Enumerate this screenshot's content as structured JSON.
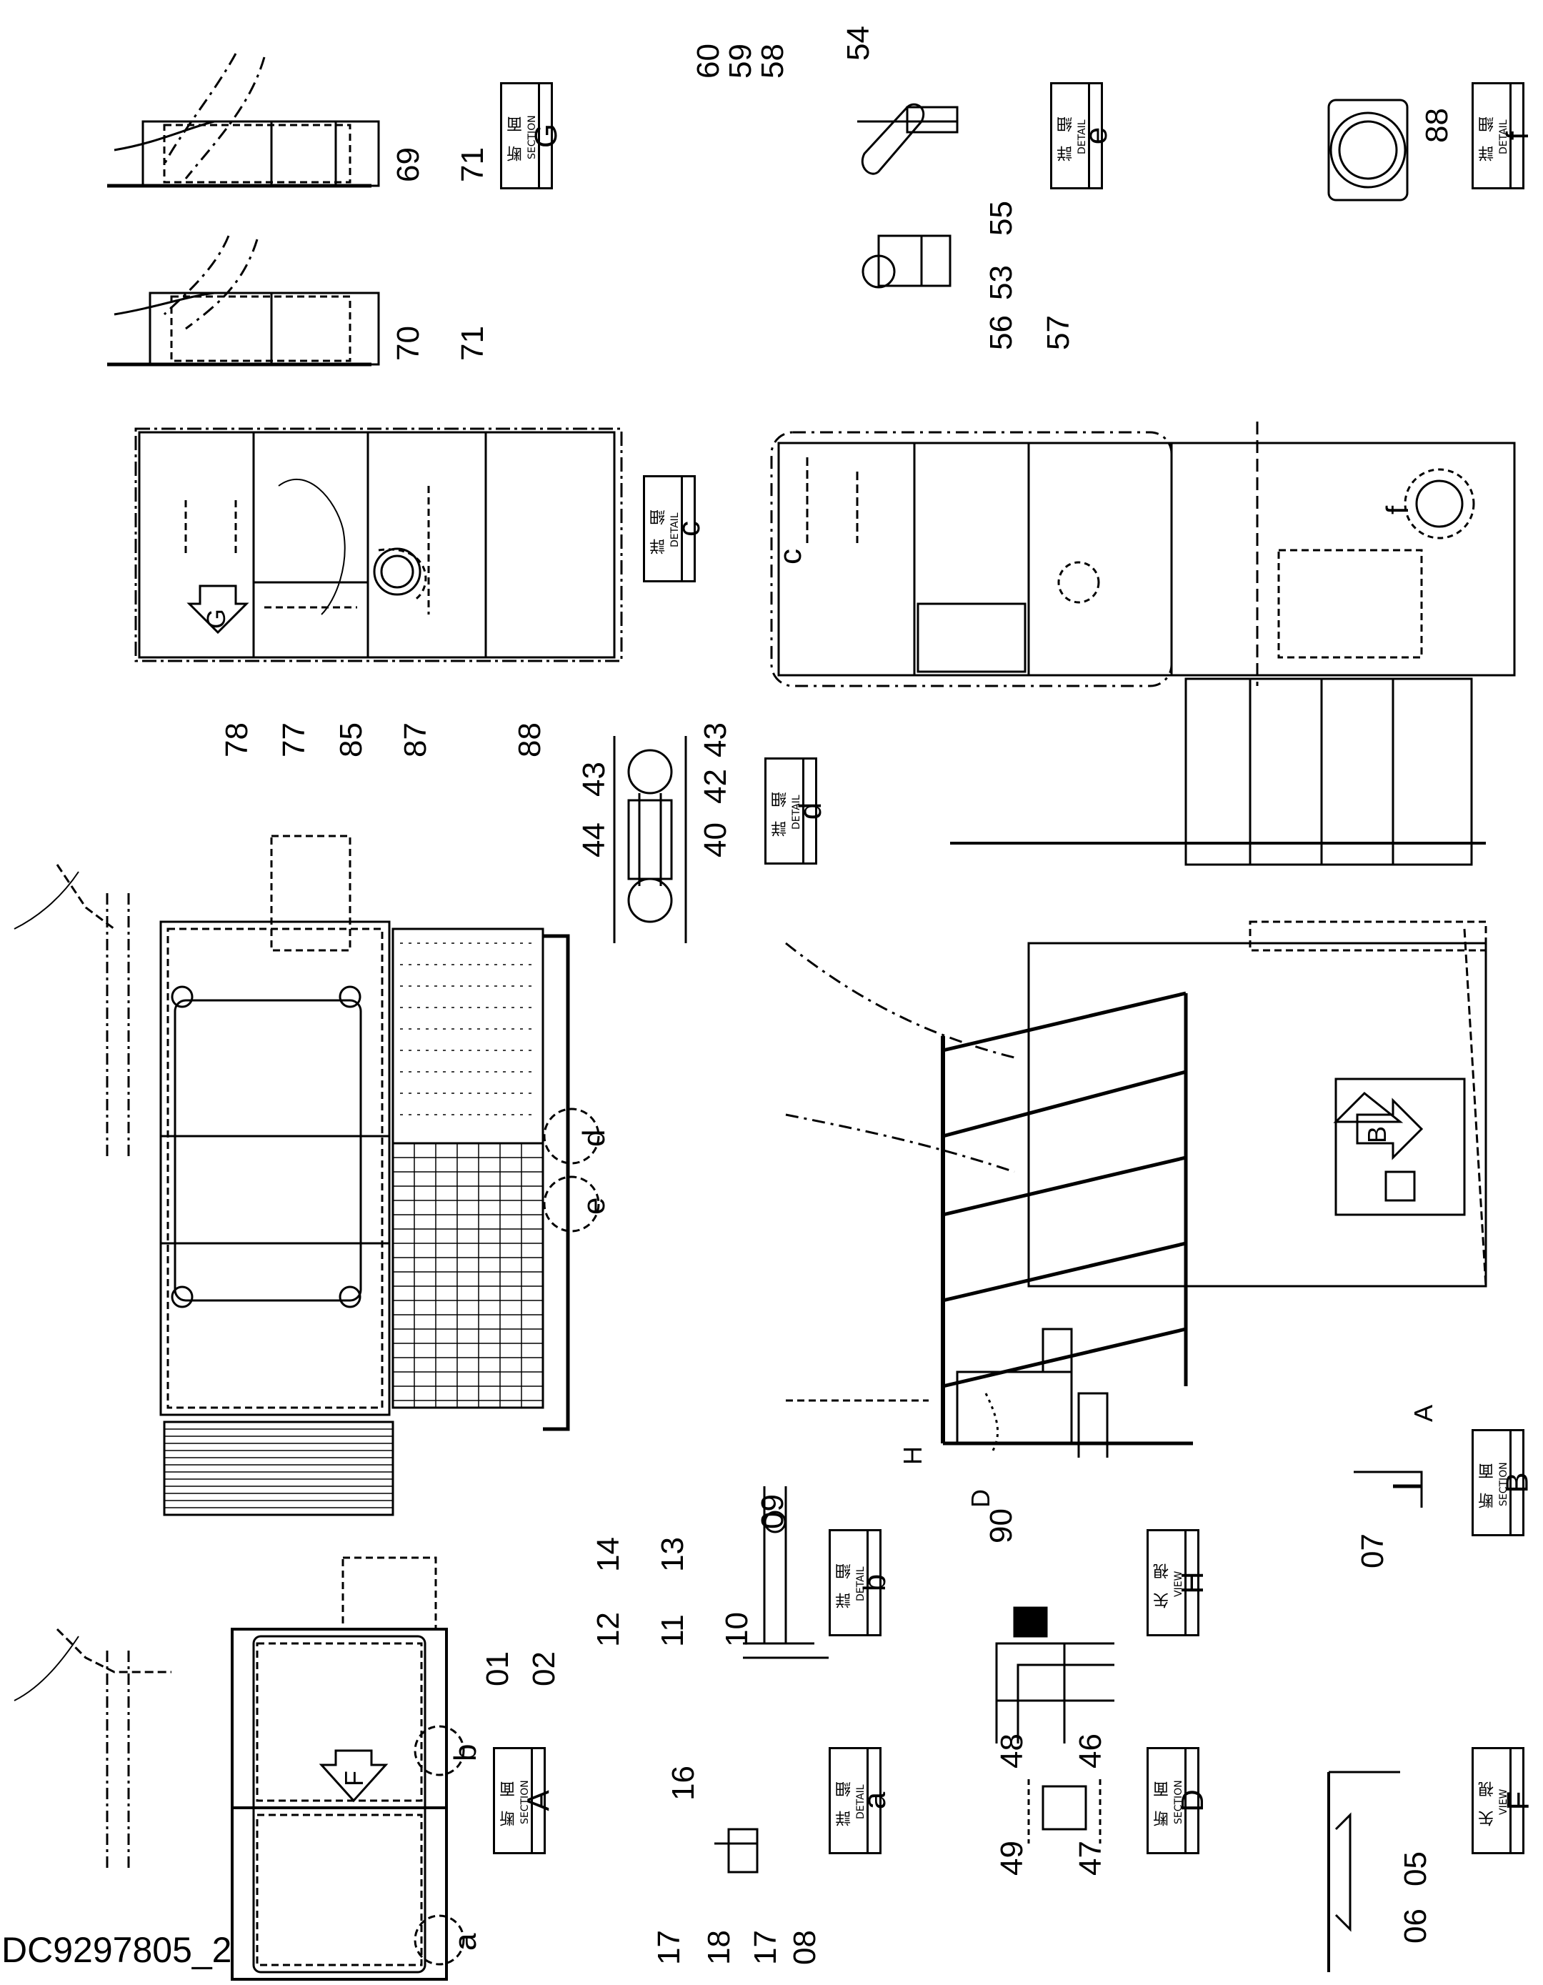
{
  "drawing_id": "DC9297805_2",
  "title_blocks": [
    {
      "ja": "断 面",
      "en": "SECTION",
      "letter": "G"
    },
    {
      "ja": "詳 細",
      "en": "DETAIL",
      "letter": "e"
    },
    {
      "ja": "詳 細",
      "en": "DETAIL",
      "letter": "f"
    },
    {
      "ja": "詳 細",
      "en": "DETAIL",
      "letter": "c"
    },
    {
      "ja": "詳 細",
      "en": "DETAIL",
      "letter": "d"
    },
    {
      "ja": "断 面",
      "en": "SECTION",
      "letter": "A"
    },
    {
      "ja": "詳 細",
      "en": "DETAIL",
      "letter": "b"
    },
    {
      "ja": "詳 細",
      "en": "DETAIL",
      "letter": "a"
    },
    {
      "ja": "矢 視",
      "en": "VIEW",
      "letter": "H"
    },
    {
      "ja": "断 面",
      "en": "SECTION",
      "letter": "D"
    },
    {
      "ja": "断 面",
      "en": "SECTION",
      "letter": "B"
    },
    {
      "ja": "矢 視",
      "en": "VIEW",
      "letter": "F"
    }
  ],
  "part_labels": [
    "60",
    "59",
    "58",
    "54",
    "55",
    "53",
    "56",
    "57",
    "88",
    "69",
    "71",
    "70",
    "71",
    "78",
    "77",
    "85",
    "87",
    "88",
    "44",
    "43",
    "40",
    "42",
    "43",
    "12",
    "11",
    "10",
    "14",
    "13",
    "09",
    "01",
    "02",
    "16",
    "17",
    "18",
    "17",
    "08",
    "90",
    "07",
    "48",
    "49",
    "46",
    "47",
    "05",
    "06"
  ],
  "view_markers": [
    "G",
    "F",
    "B",
    "A",
    "H",
    "D"
  ],
  "callout_letters": [
    "c",
    "d",
    "e",
    "f",
    "a",
    "b"
  ]
}
